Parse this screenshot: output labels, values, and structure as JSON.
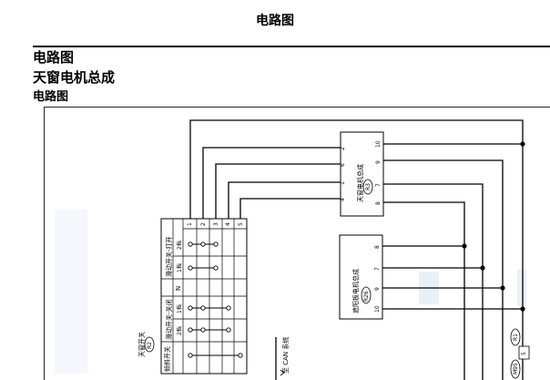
{
  "page": {
    "header": "电路图",
    "section_title": "电路图",
    "subsection_title": "天窗电机总成",
    "diagram_label": "电路图"
  },
  "diagram": {
    "sunroof_motor": {
      "name": "天窗电机总成",
      "code": "R3",
      "left_pins": [
        "4",
        "1",
        "6",
        "2"
      ],
      "right_pins": [
        "10",
        "9",
        "7",
        "8"
      ]
    },
    "shade_motor": {
      "name": "遮阳板电机总成",
      "code": "R26",
      "pins": [
        "8",
        "7",
        "9",
        "10"
      ]
    },
    "sunroof_switch": {
      "name": "天窗开关",
      "code": "R2",
      "column_pins": [
        "1",
        "2",
        "3",
        "4",
        "5"
      ],
      "row_labels": {
        "slide_open": "滑动开关-打开",
        "neutral": "N",
        "slide_close": "滑动开关-关闭",
        "tilt_switch": "倾斜开关"
      },
      "stage_labels": [
        "2档",
        "1档",
        "1档",
        "2档"
      ]
    },
    "can_label": "至 CAN 系统",
    "connector_labels": [
      "R1",
      "M95"
    ],
    "side_pin": "5"
  }
}
